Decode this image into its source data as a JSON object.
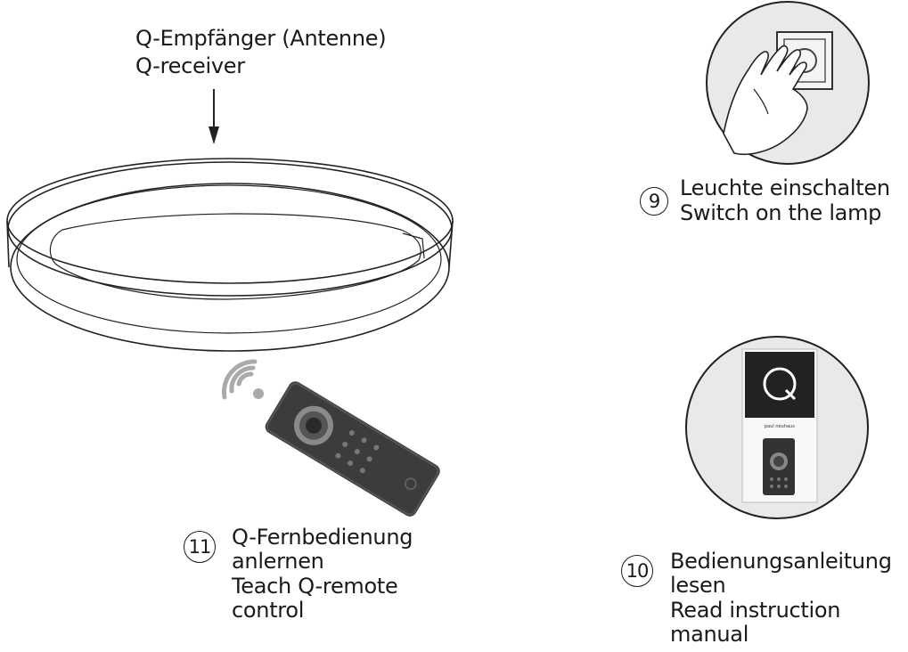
{
  "receiver": {
    "label_de": "Q-Empfänger (Antenne)",
    "label_en": "Q-receiver"
  },
  "steps": [
    {
      "number": "9",
      "text_de": "Leuchte einschalten",
      "text_en": "Switch on the lamp",
      "icon": "hand-pressing-wall-switch-icon"
    },
    {
      "number": "10",
      "text_de": "Bedienungsanleitung\nlesen",
      "text_en": "Read instruction\nmanual",
      "icon": "instruction-manual-icon"
    },
    {
      "number": "11",
      "text_de": "Q-Fernbedienung\nanlernen",
      "text_en": "Teach Q-remote\ncontrol",
      "icon": "remote-control-icon"
    }
  ],
  "manual_cover": {
    "logo_letter": "Q",
    "brand": "paul neuhaus"
  }
}
